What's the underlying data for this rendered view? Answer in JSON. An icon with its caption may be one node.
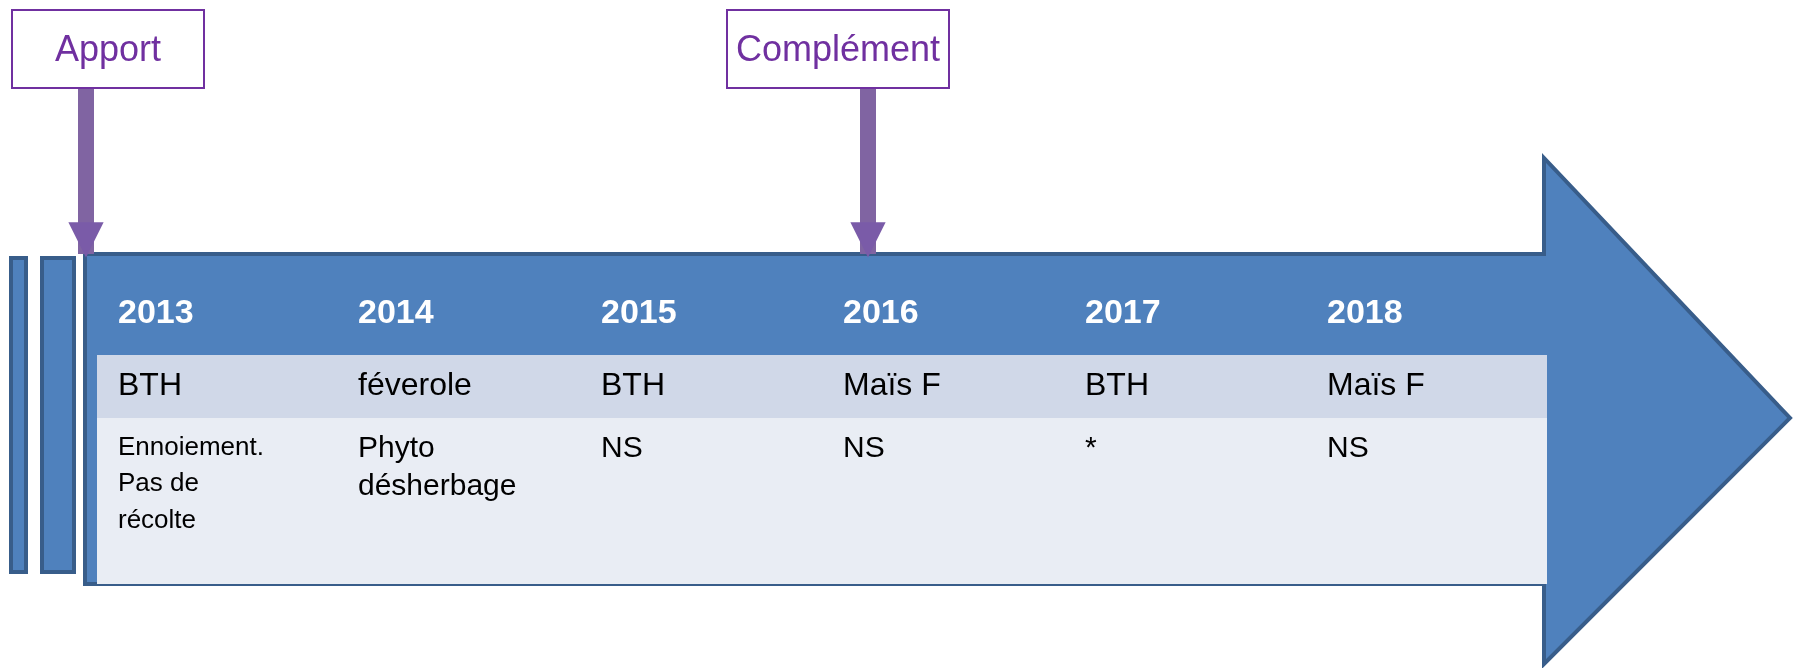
{
  "diagram": {
    "nodes": [
      {
        "text": [
          "Apport"
        ]
      },
      {
        "text": [
          "Complément"
        ]
      },
      {
        "text": [],
        "shape": "arrow"
      },
      {
        "text": [],
        "shape": "bar"
      },
      {
        "text": [],
        "shape": "bar"
      }
    ],
    "edges": [
      {
        "from": 0,
        "to": 2,
        "arrow": "to"
      },
      {
        "from": 1,
        "to": 2,
        "arrow": "to"
      }
    ],
    "labels": [
      "2013",
      "2014",
      "2015",
      "2016",
      "2017",
      "2018",
      "BTH",
      "féverole",
      "BTH",
      "Maïs F",
      "BTH",
      "Maïs F",
      "Ennoiement. Pas de récolte",
      "Phyto désherbage",
      "NS",
      "NS",
      "*",
      "NS"
    ]
  }
}
